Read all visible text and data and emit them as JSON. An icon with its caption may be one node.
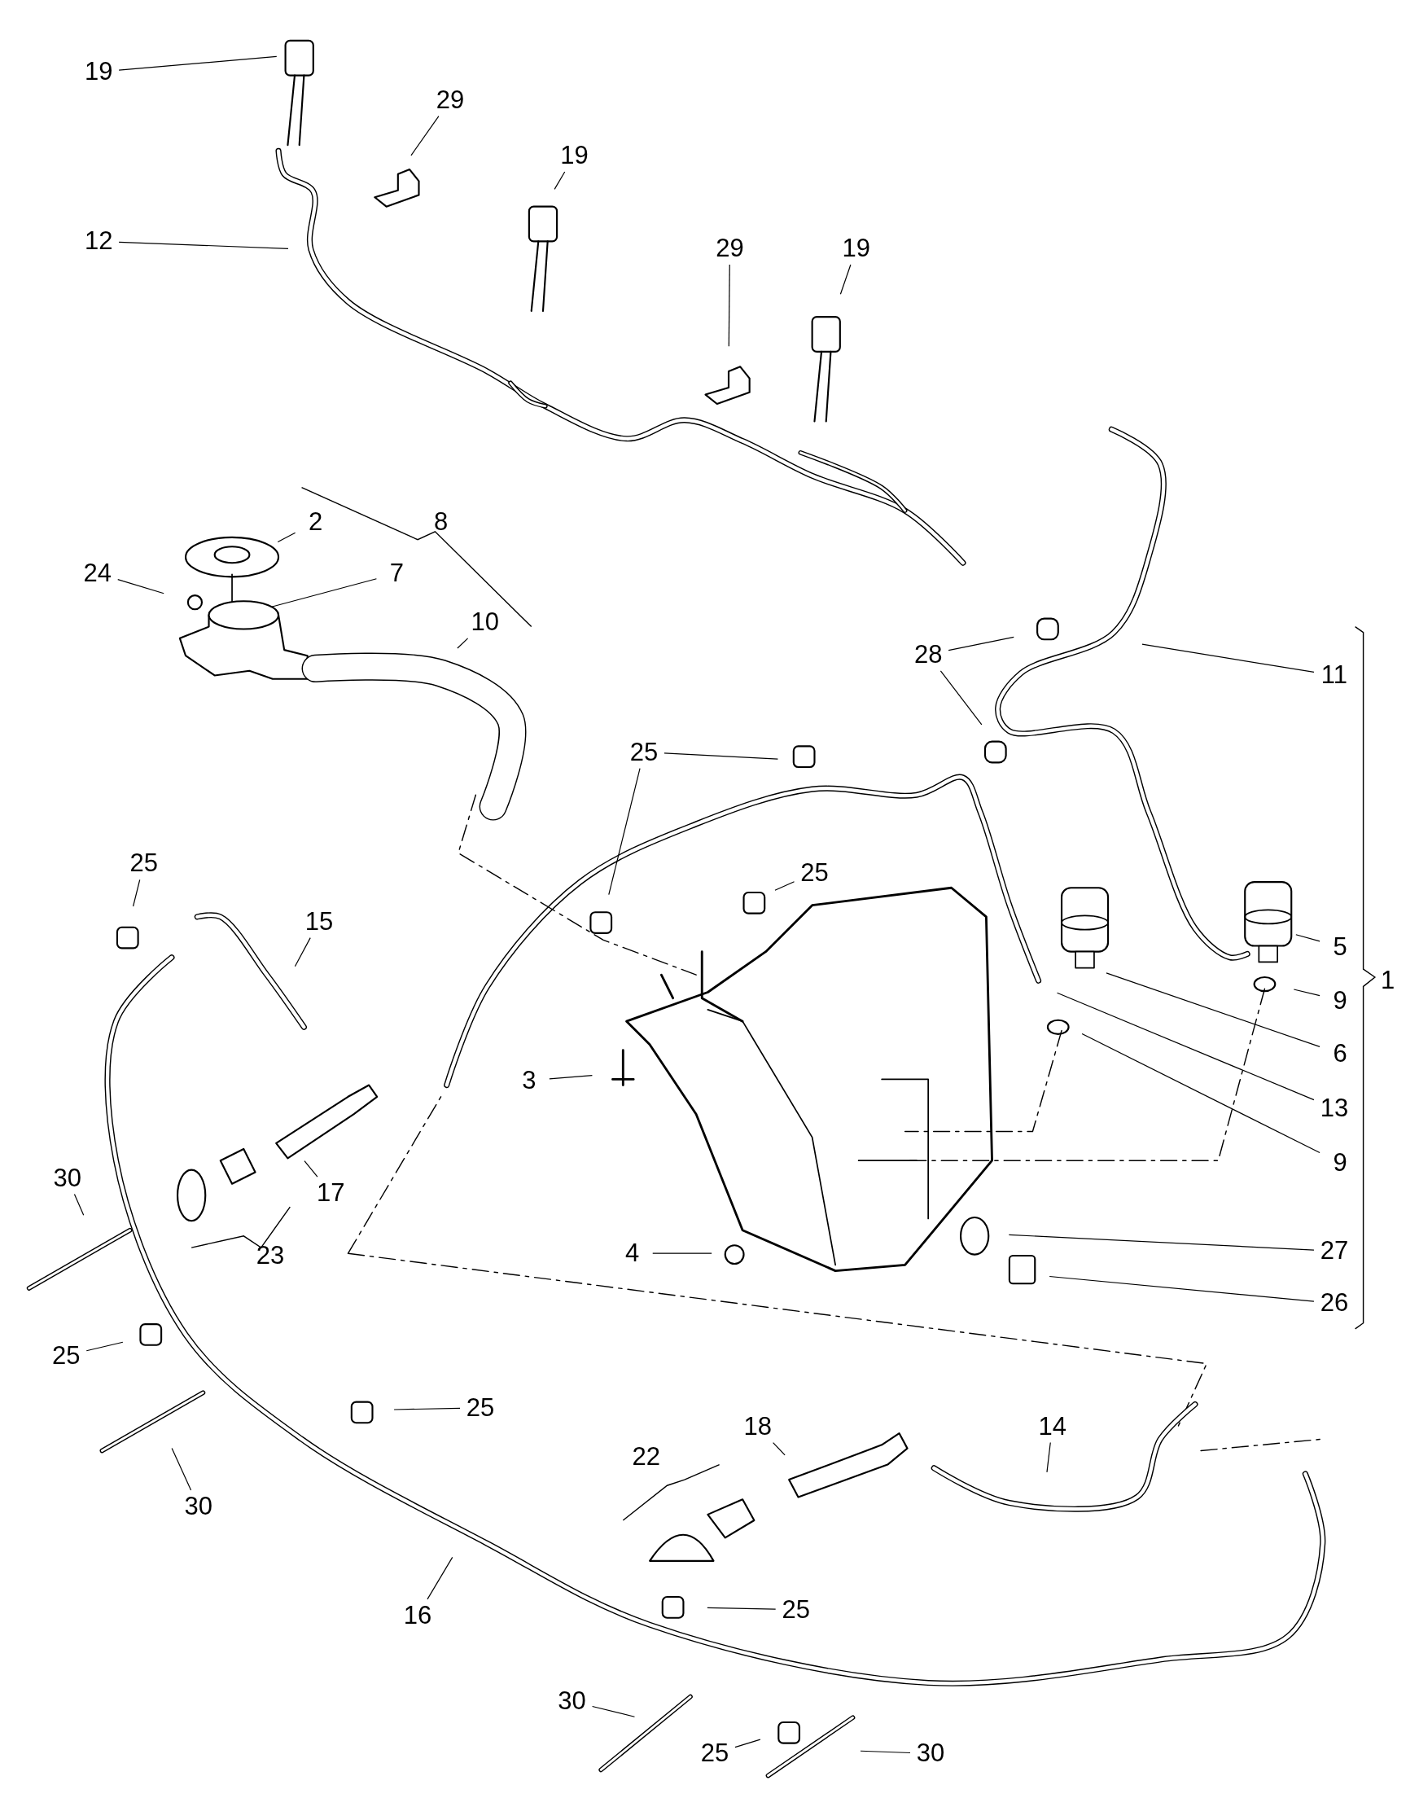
{
  "diagram": {
    "nodes": [
      {
        "text": [
          "19"
        ]
      },
      {
        "text": [
          "29"
        ]
      },
      {
        "text": [
          "19"
        ]
      },
      {
        "text": [
          "12"
        ]
      },
      {
        "text": [
          "29"
        ]
      },
      {
        "text": [
          "19"
        ]
      },
      {
        "text": [
          "2"
        ]
      },
      {
        "text": [
          "24"
        ]
      },
      {
        "text": [
          "7"
        ]
      },
      {
        "text": [
          "10"
        ]
      },
      {
        "text": [
          "28"
        ]
      },
      {
        "text": [
          "11"
        ]
      },
      {
        "text": [
          "25"
        ]
      },
      {
        "text": [
          "25"
        ]
      },
      {
        "text": [
          "15"
        ]
      },
      {
        "text": [
          "25"
        ]
      },
      {
        "text": [
          "5"
        ]
      },
      {
        "text": [
          "9"
        ]
      },
      {
        "text": [
          "6"
        ]
      },
      {
        "text": [
          "3"
        ]
      },
      {
        "text": [
          "13"
        ]
      },
      {
        "text": [
          "17"
        ]
      },
      {
        "text": [
          "9"
        ]
      },
      {
        "text": [
          "30"
        ]
      },
      {
        "text": [
          "27"
        ]
      },
      {
        "text": [
          "4"
        ]
      },
      {
        "text": [
          "26"
        ]
      },
      {
        "text": [
          "25"
        ]
      },
      {
        "text": [
          "25"
        ]
      },
      {
        "text": [
          "30"
        ]
      },
      {
        "text": [
          "18"
        ]
      },
      {
        "text": [
          "14"
        ]
      },
      {
        "text": [
          "16"
        ]
      },
      {
        "text": [
          "25"
        ]
      },
      {
        "text": [
          "30"
        ]
      },
      {
        "text": [
          "25"
        ]
      },
      {
        "text": [
          "30"
        ]
      }
    ],
    "edges": [
      {
        "from": 0,
        "to": null,
        "arrow": "none"
      },
      {
        "from": 1,
        "to": null,
        "arrow": "none"
      },
      {
        "from": 2,
        "to": null,
        "arrow": "none"
      },
      {
        "from": 3,
        "to": null,
        "arrow": "none"
      },
      {
        "from": 4,
        "to": null,
        "arrow": "none"
      },
      {
        "from": 5,
        "to": null,
        "arrow": "none"
      },
      {
        "from": 6,
        "to": null,
        "arrow": "none"
      },
      {
        "from": 7,
        "to": null,
        "arrow": "none"
      },
      {
        "from": 8,
        "to": null,
        "arrow": "none"
      },
      {
        "from": 9,
        "to": null,
        "arrow": "none"
      },
      {
        "from": 10,
        "to": null,
        "arrow": "none"
      },
      {
        "from": 10,
        "to": null,
        "arrow": "none"
      },
      {
        "from": 11,
        "to": null,
        "arrow": "none"
      },
      {
        "from": 12,
        "to": null,
        "arrow": "none"
      },
      {
        "from": 12,
        "to": null,
        "arrow": "none"
      },
      {
        "from": 13,
        "to": null,
        "arrow": "none"
      },
      {
        "from": 14,
        "to": null,
        "arrow": "none"
      },
      {
        "from": 15,
        "to": null,
        "arrow": "none"
      },
      {
        "from": 16,
        "to": null,
        "arrow": "none"
      },
      {
        "from": 17,
        "to": null,
        "arrow": "none"
      },
      {
        "from": 18,
        "to": null,
        "arrow": "none"
      },
      {
        "from": 19,
        "to": null,
        "arrow": "none"
      },
      {
        "from": 20,
        "to": null,
        "arrow": "none"
      },
      {
        "from": 21,
        "to": null,
        "arrow": "none"
      },
      {
        "from": 22,
        "to": null,
        "arrow": "none"
      },
      {
        "from": 23,
        "to": null,
        "arrow": "none"
      },
      {
        "from": 24,
        "to": null,
        "arrow": "none"
      },
      {
        "from": 25,
        "to": null,
        "arrow": "none"
      },
      {
        "from": 26,
        "to": null,
        "arrow": "none"
      },
      {
        "from": 27,
        "to": null,
        "arrow": "none"
      },
      {
        "from": 28,
        "to": null,
        "arrow": "none"
      },
      {
        "from": 29,
        "to": null,
        "arrow": "none"
      },
      {
        "from": 30,
        "to": null,
        "arrow": "none"
      },
      {
        "from": 31,
        "to": null,
        "arrow": "none"
      },
      {
        "from": 32,
        "to": null,
        "arrow": "none"
      },
      {
        "from": 33,
        "to": null,
        "arrow": "none"
      },
      {
        "from": 34,
        "to": null,
        "arrow": "none"
      },
      {
        "from": 35,
        "to": null,
        "arrow": "none"
      },
      {
        "from": 36,
        "to": null,
        "arrow": "none"
      }
    ],
    "labels": [
      "8",
      "1",
      "23",
      "22"
    ]
  }
}
